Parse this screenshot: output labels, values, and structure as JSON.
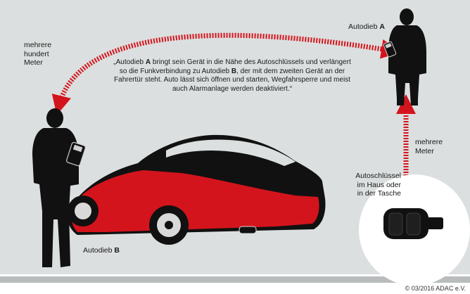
{
  "labels": {
    "distance_top": "mehrere hundert Meter",
    "distance_right_line1": "mehrere",
    "distance_right_line2": "Meter",
    "thief_a_prefix": "Autodieb",
    "thief_a_letter": "A",
    "thief_b_prefix": "Autodieb",
    "thief_b_letter": "B",
    "key_location_line1": "Autoschlüssel",
    "key_location_line2": "im Haus oder",
    "key_location_line3": "in der Tasche"
  },
  "quote": {
    "p1": "„Autodieb ",
    "b1": "A",
    "p2": " bringt sein Gerät in die Nähe des Autoschlüssels und verlängert so die Funkverbindung zu Autodieb ",
    "b2": "B",
    "p3": ", der mit dem zweiten Gerät an der Fahrertür steht. Auto lässt sich öffnen und starten, Wegfahrsperre und meist auch Alarmanlage werden deaktiviert.“"
  },
  "copyright": "© 03/2016 ADAC e.V.",
  "colors": {
    "background": "#dcdfdf",
    "accent_red": "#d4141c",
    "silhouette": "#111111",
    "footer_bar": "#b9bcbd"
  },
  "icons": [
    "relay-device-icon",
    "car-key-icon"
  ]
}
